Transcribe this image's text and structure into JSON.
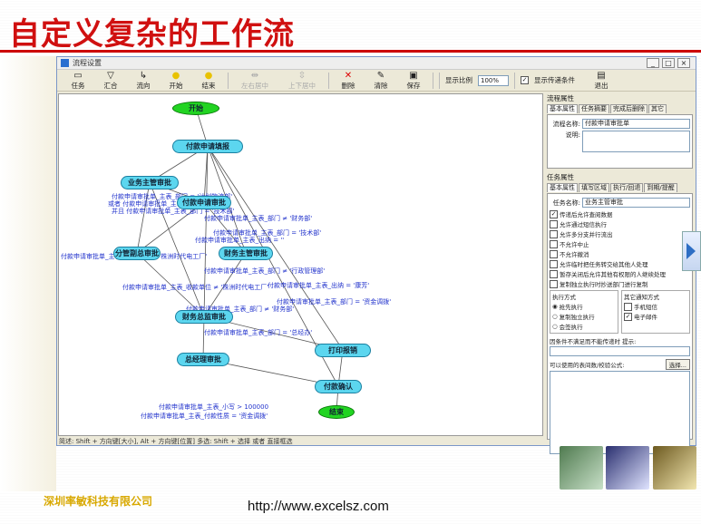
{
  "headline": "自定义复杂的工作流",
  "window": {
    "title": "流程设置",
    "controls": [
      "_",
      "□",
      "×"
    ]
  },
  "toolbar": {
    "items": [
      {
        "label": "任务",
        "icon": "task-icon",
        "glyph": "▭",
        "enabled": true
      },
      {
        "label": "汇合",
        "icon": "merge-icon",
        "glyph": "▽",
        "enabled": true
      },
      {
        "label": "流向",
        "icon": "flow-icon",
        "glyph": "↳",
        "enabled": true
      },
      {
        "label": "开始",
        "icon": "start-icon",
        "glyph": "●",
        "enabled": true
      },
      {
        "label": "结束",
        "icon": "end-icon",
        "glyph": "●",
        "enabled": true
      },
      {
        "label": "左右居中",
        "icon": "align-h-icon",
        "glyph": "⇹",
        "enabled": false
      },
      {
        "label": "上下居中",
        "icon": "align-v-icon",
        "glyph": "⇳",
        "enabled": false
      },
      {
        "label": "删除",
        "icon": "delete-icon",
        "glyph": "✕",
        "enabled": true
      },
      {
        "label": "清除",
        "icon": "clear-icon",
        "glyph": "✎",
        "enabled": true
      },
      {
        "label": "保存",
        "icon": "save-icon",
        "glyph": "▣",
        "enabled": true
      }
    ],
    "zoom_label": "显示比例",
    "zoom_value": "100%",
    "show_condition_label": "显示传递条件",
    "show_condition_checked": true,
    "exit_label": "退出"
  },
  "diagram": {
    "nodes": [
      {
        "id": "start",
        "label": "开始",
        "kind": "term"
      },
      {
        "id": "n1",
        "label": "付款申请填报",
        "kind": "task"
      },
      {
        "id": "n2",
        "label": "业务主管审批",
        "kind": "task"
      },
      {
        "id": "n3",
        "label": "付款申请审批",
        "kind": "task"
      },
      {
        "id": "n4",
        "label": "分管副总审批",
        "kind": "task"
      },
      {
        "id": "n5",
        "label": "财务主管审批",
        "kind": "task"
      },
      {
        "id": "n6",
        "label": "财务总监审批",
        "kind": "task"
      },
      {
        "id": "n7",
        "label": "打印报销",
        "kind": "task"
      },
      {
        "id": "n8",
        "label": "总经理审批",
        "kind": "task"
      },
      {
        "id": "n9",
        "label": "付款确认",
        "kind": "task"
      },
      {
        "id": "end",
        "label": "结束",
        "kind": "term"
      }
    ],
    "conditions": [
      "付款申请审批单_主表_部门 = '计划物流部'",
      "或者 付款申请审批单_主表_部门 = '生产部'",
      "并且 付款申请审批单_主表_部门 = '技术部'",
      "付款申请审批单_主表_部门 ≠ '财务部'",
      "付款申请审批单_主表_部门 = '技术部'",
      "付款申请审批单_主表_出纳 = ''",
      "付款申请审批单_主表_收款单位 = '株洲时代电工厂'",
      "付款申请审批单_主表_部门 ≠ '行政管理部'",
      "付款申请审批单_主表_收款单位 ≠ '株洲时代电工厂'",
      "付款申请审批单_主表_出纳 = '康芳'",
      "付款申请审批单_主表_部门 = '资金调拨'",
      "付款申请审批单_主表_部门 ≠ '财务部'",
      "付款申请审批单_主表_部门 = '总经办'",
      "付款申请审批单_主表_小写 > 100000",
      "付款申请审批单_主表_付款性质 = '资金调拨'"
    ]
  },
  "status_bar": "简述: Shift + 方向键[大小], Alt + 方向键[位置]  多选: Shift + 选择 或者 直接框选",
  "flow_props": {
    "group_label": "流程属性",
    "tabs": [
      "基本属性",
      "任务摘要",
      "完成后删除",
      "其它"
    ],
    "name_label": "流程名称:",
    "name_value": "付款申请审批单",
    "desc_label": "说明:"
  },
  "task_props": {
    "group_label": "任务属性",
    "tabs": [
      "基本属性",
      "填写区域",
      "执行/回退",
      "到期/提醒"
    ],
    "name_label": "任务名称:",
    "name_value": "业务主管审批",
    "checks": [
      {
        "label": "传递后允许查阅数据",
        "checked": true
      },
      {
        "label": "允许通过短信执行",
        "checked": false
      },
      {
        "label": "允许多分支并行流出",
        "checked": false
      },
      {
        "label": "不允许中止",
        "checked": false
      },
      {
        "label": "不允许撤消",
        "checked": false
      },
      {
        "label": "允许临时把任务转交给其他人处理",
        "checked": false
      },
      {
        "label": "暂存关闭后允许其他有权限的人继续处理",
        "checked": false
      },
      {
        "label": "复制独立执行时抄送部门进行复制",
        "checked": false
      }
    ],
    "exec_group": "执行方式",
    "exec_options": [
      {
        "label": "抢先执行",
        "selected": true
      },
      {
        "label": "复制独立执行",
        "selected": false
      },
      {
        "label": "会签执行",
        "selected": false
      }
    ],
    "notify_group": "其它通知方式",
    "notify_options": [
      {
        "label": "手机短信",
        "checked": false
      },
      {
        "label": "电子邮件",
        "checked": true
      }
    ],
    "prompt_label": "因条件不满足而不能传递时 提示:",
    "formula_label": "可以使用的表间数/校验公式:",
    "select_button": "选择..."
  },
  "footer": {
    "company": "深圳率敏科技有限公司",
    "url": "http://www.excelsz.com"
  },
  "colors": {
    "headline": "#d01010",
    "task_node": "#5cd6ef",
    "term_node": "#22d422",
    "condition_text": "#2233cc"
  }
}
